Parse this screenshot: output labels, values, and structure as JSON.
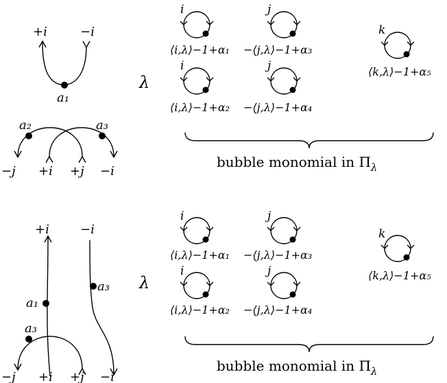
{
  "panels": [
    {
      "strand_labels": {
        "cup_top_left": "+i",
        "cup_top_right": "−i",
        "cup_dot": "a₁",
        "cross_dot_left": "a₂",
        "cross_dot_right": "a₃",
        "bottom_1": "−j",
        "bottom_2": "+i",
        "bottom_3": "+j",
        "bottom_4": "−i"
      },
      "lambda": "λ",
      "bubbles": [
        {
          "label": "i",
          "degree": "⟨i,λ⟩−1+α₁"
        },
        {
          "label": "j",
          "degree": "−⟨j,λ⟩−1+α₃"
        },
        {
          "label": "k",
          "degree": "⟨k,λ⟩−1+α₅"
        },
        {
          "label": "i",
          "degree": "⟨i,λ⟩−1+α₂"
        },
        {
          "label": "j",
          "degree": "−⟨j,λ⟩−1+α₄"
        }
      ],
      "brace_caption": "bubble monomial in Π",
      "brace_caption_sub": "λ"
    },
    {
      "strand_labels": {
        "top_left": "+i",
        "top_right": "−i",
        "dot_a1": "a₁",
        "dot_a3_right": "a₃",
        "dot_a3_left": "a₃",
        "bottom_1": "−j",
        "bottom_2": "+i",
        "bottom_3": "+j",
        "bottom_4": "−i"
      },
      "lambda": "λ",
      "bubbles": [
        {
          "label": "i",
          "degree": "⟨i,λ⟩−1+α₁"
        },
        {
          "label": "j",
          "degree": "−⟨j,λ⟩−1+α₃"
        },
        {
          "label": "k",
          "degree": "⟨k,λ⟩−1+α₅"
        },
        {
          "label": "i",
          "degree": "⟨i,λ⟩−1+α₂"
        },
        {
          "label": "j",
          "degree": "−⟨j,λ⟩−1+α₄"
        }
      ],
      "brace_caption": "bubble monomial in Π",
      "brace_caption_sub": "λ"
    }
  ]
}
